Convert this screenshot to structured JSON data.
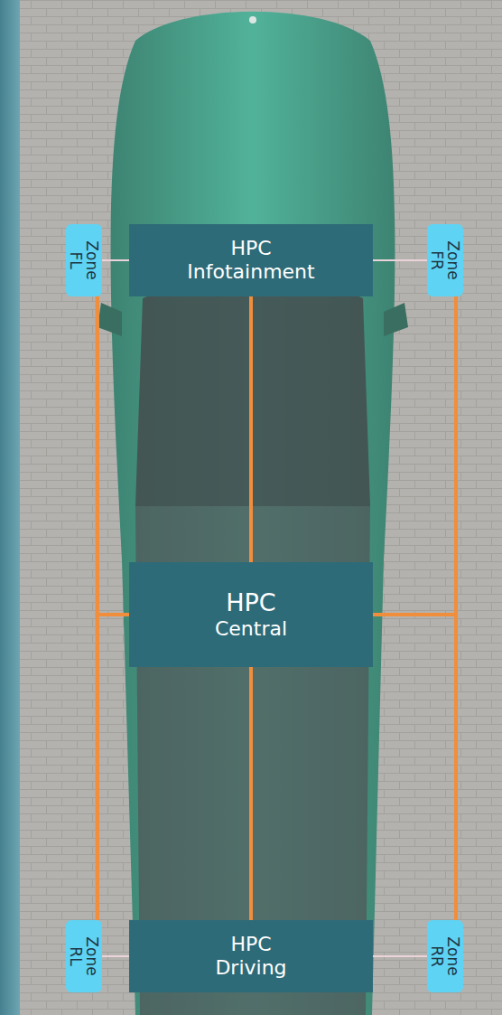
{
  "diagram": {
    "nodes": [
      {
        "text": [
          "Zone",
          "FL"
        ]
      },
      {
        "text": [
          "HPC",
          "Infotainment"
        ]
      },
      {
        "text": [
          "Zone",
          "FR"
        ]
      },
      {
        "text": [
          "HPC",
          "Central"
        ]
      },
      {
        "text": [
          "Zone",
          "RL"
        ]
      },
      {
        "text": [
          "HPC",
          "Driving"
        ]
      },
      {
        "text": [
          "Zone",
          "RR"
        ]
      }
    ],
    "edges": [
      {
        "from": 0,
        "to": 1,
        "arrow": "none"
      },
      {
        "from": 1,
        "to": 2,
        "arrow": "none"
      },
      {
        "from": 0,
        "to": 4,
        "arrow": "none"
      },
      {
        "from": 2,
        "to": 6,
        "arrow": "none"
      },
      {
        "from": 1,
        "to": 3,
        "arrow": "none"
      },
      {
        "from": 3,
        "to": 5,
        "arrow": "none"
      },
      {
        "from": 3,
        "to": 0,
        "arrow": "none"
      },
      {
        "from": 3,
        "to": 4,
        "arrow": "none"
      },
      {
        "from": 3,
        "to": 2,
        "arrow": "none"
      },
      {
        "from": 3,
        "to": 6,
        "arrow": "none"
      },
      {
        "from": 4,
        "to": 5,
        "arrow": "none"
      },
      {
        "from": 5,
        "to": 6,
        "arrow": "none"
      }
    ]
  }
}
